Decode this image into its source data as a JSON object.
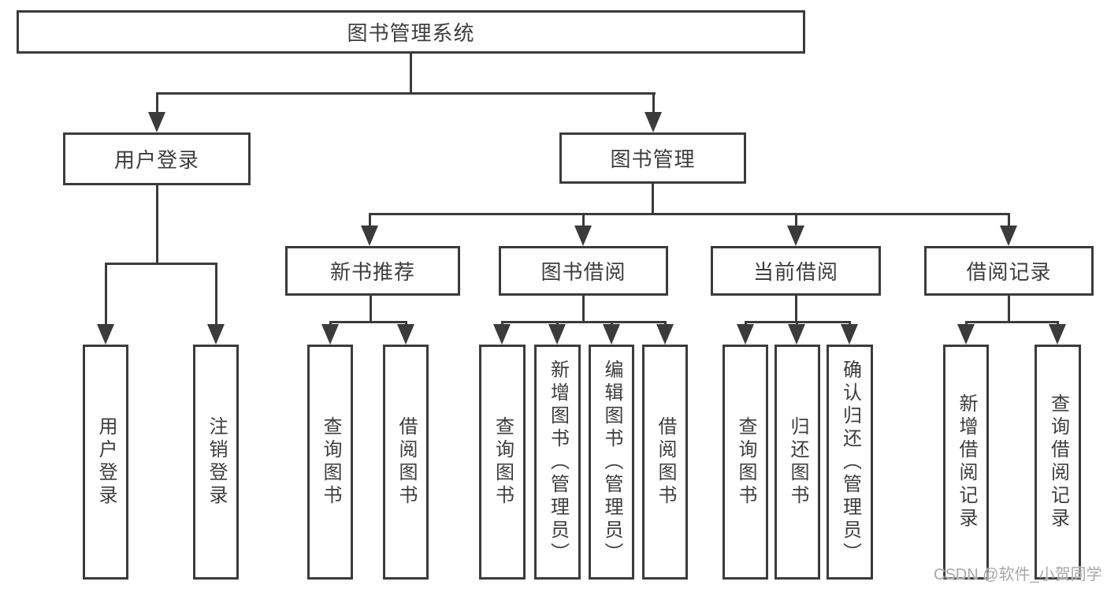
{
  "root": {
    "label": "图书管理系统"
  },
  "level2": [
    {
      "label": "用户登录"
    },
    {
      "label": "图书管理"
    }
  ],
  "level3": [
    {
      "label": "新书推荐"
    },
    {
      "label": "图书借阅"
    },
    {
      "label": "当前借阅"
    },
    {
      "label": "借阅记录"
    }
  ],
  "leaves": {
    "user_login": [
      {
        "label": "用户登录"
      },
      {
        "label": "注销登录"
      }
    ],
    "new_books": [
      {
        "label": "查询图书"
      },
      {
        "label": "借阅图书"
      }
    ],
    "book_borrow": [
      {
        "label": "查询图书"
      },
      {
        "label": "新增图书（管理员）"
      },
      {
        "label": "编辑图书（管理员）"
      },
      {
        "label": "借阅图书"
      }
    ],
    "current_borrow": [
      {
        "label": "查询图书"
      },
      {
        "label": "归还图书"
      },
      {
        "label": "确认归还（管理员）"
      }
    ],
    "borrow_records": [
      {
        "label": "新增借阅记录"
      },
      {
        "label": "查询借阅记录"
      }
    ]
  },
  "watermark": {
    "text": "CSDN @软件_小贺同学"
  },
  "colors": {
    "line": "#3b3b3b",
    "text": "#3d3d3d",
    "background": "#ffffff",
    "watermark": "#a8a8a8"
  }
}
